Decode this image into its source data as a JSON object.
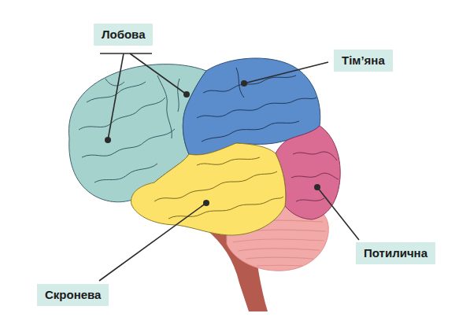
{
  "diagram": {
    "nodes": [
      {
        "text": [
          "Лобова"
        ]
      },
      {
        "text": [
          "Тім’яна"
        ]
      },
      {
        "text": [
          "Потилична"
        ]
      },
      {
        "text": [
          "Скронева"
        ]
      }
    ]
  }
}
